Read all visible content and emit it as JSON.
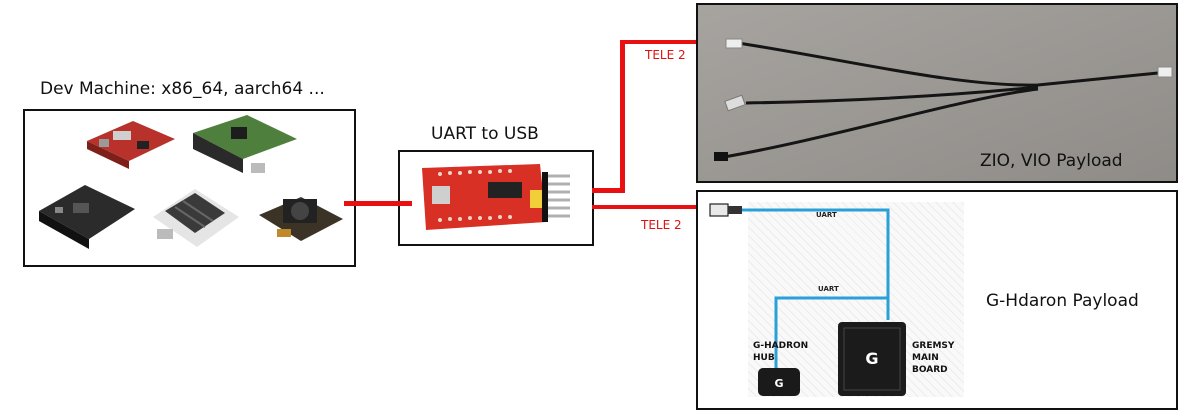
{
  "dev_machine": {
    "label": "Dev Machine: x86_64, aarch64 ..."
  },
  "uart_usb": {
    "label": "UART to USB"
  },
  "zio_vio": {
    "label": "ZIO, VIO Payload",
    "wire_label": "TELE 2"
  },
  "ghadron": {
    "label": "G-Hdaron Payload",
    "wire_label": "TELE 2",
    "uart_label_1": "UART",
    "uart_label_2": "UART",
    "hub_label": "G-HADRON\nHUB",
    "main_board_label": "GREMSY\nMAIN\nBOARD"
  },
  "colors": {
    "wire": "#e81010",
    "uart_cable": "#2aa0d8",
    "board_red": "#b8322b",
    "board_green": "#4f7f3c",
    "board_black": "#222222"
  }
}
